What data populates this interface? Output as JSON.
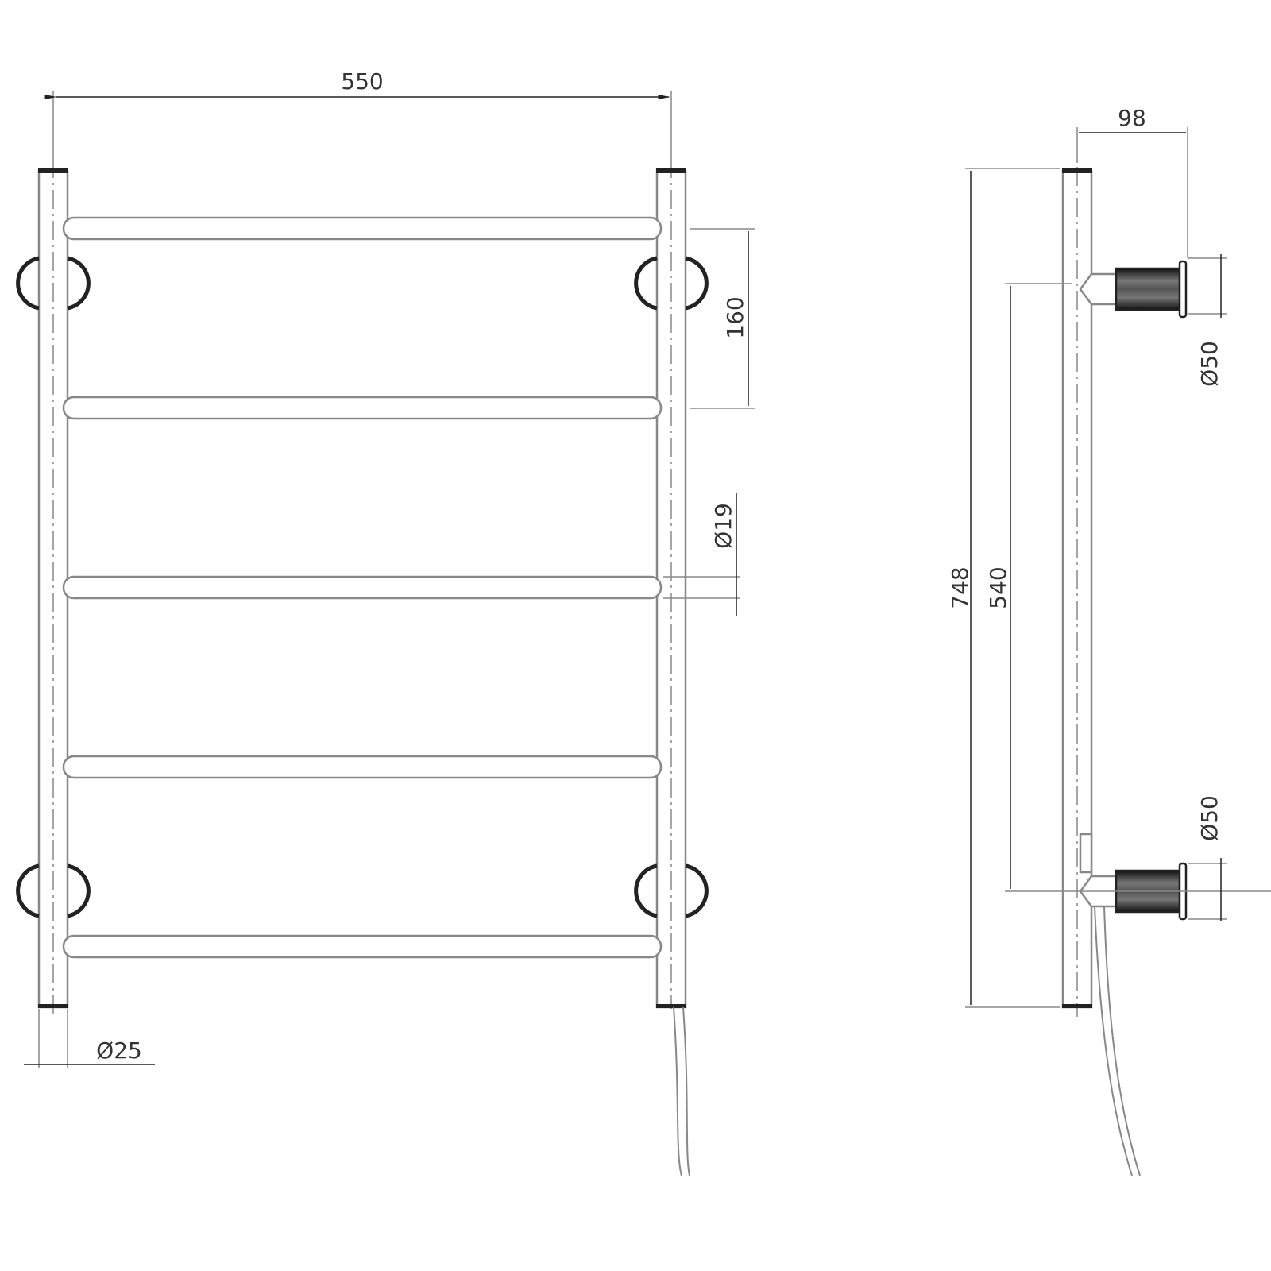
{
  "drawing": {
    "subject": "Heated towel rail technical drawing",
    "views": [
      "front-view",
      "side-view"
    ],
    "line_color": "#888888",
    "dark_color": "#222222",
    "dimensions": {
      "overall_width": "550",
      "rail_spacing": "160",
      "rail_diameter": "Ø19",
      "post_diameter": "Ø25",
      "depth": "98",
      "overall_height": "748",
      "mount_spacing": "540",
      "mount_diameter_top": "Ø50",
      "mount_diameter_bottom": "Ø50"
    },
    "rail_count": 5
  }
}
